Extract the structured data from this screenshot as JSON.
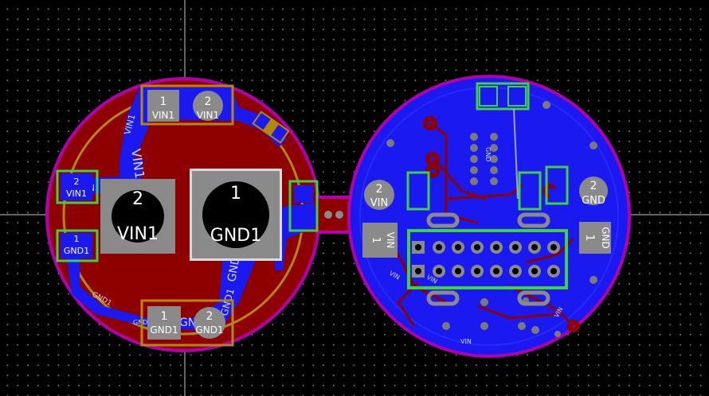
{
  "pads": {
    "top_p1_num": "1",
    "top_p1_net": "VIN1",
    "top_p2_num": "2",
    "top_p2_net": "VIN1",
    "left_p2_num": "2",
    "left_p2_net": "VIN1",
    "left_p1_num": "1",
    "left_p1_net": "GND1",
    "big_vin_num": "2",
    "big_vin_net": "VIN1",
    "big_gnd_num": "1",
    "big_gnd_net": "GND1",
    "bot_p1_num": "1",
    "bot_p1_net": "GND1",
    "bot_p2_num": "2",
    "bot_p2_net": "GND1",
    "r_vin_num": "2",
    "r_vin_net": "VIN",
    "r_sq_num": "1",
    "r_sq_net": "VIN",
    "r_gnd_num": "2",
    "r_gnd_net": "GND",
    "r_gnd1_num": "1",
    "r_gnd1_net": "GND"
  },
  "traces": {
    "vin1_a": "VIN1",
    "vin1_b": "VIN1",
    "vin_side": "VIN",
    "gnd1_a": "GND1",
    "gnd1_b": "GND1",
    "gnd1_c": "GND1",
    "gnd_small": "GND",
    "gnd_trace": "GND",
    "vin_r1": "VIN",
    "vin_r2": "VIN",
    "vin_r3": "VIN",
    "vin_r4": "VIN",
    "gnd_r1": "GND"
  },
  "colors": {
    "background": "#000000",
    "top_copper": "#8e0000",
    "bottom_copper": "#1a1af0",
    "board_edge": "#c000c0",
    "silk_top": "#b8860b",
    "pad": "#8a8a8a",
    "courtyard": "#40d040"
  }
}
